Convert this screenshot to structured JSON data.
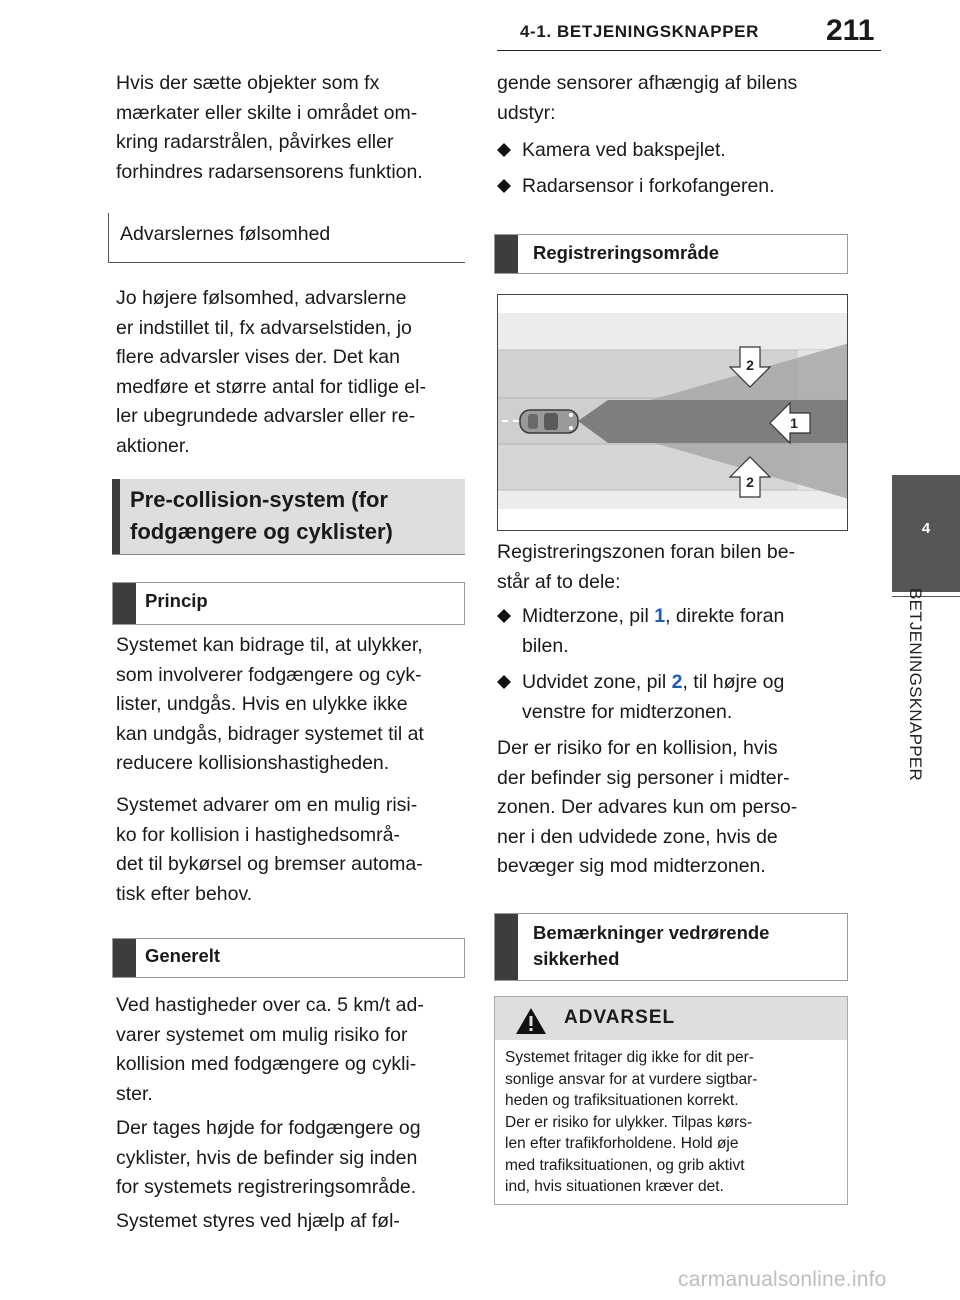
{
  "header": {
    "section": "4-1. BETJENINGSKNAPPER",
    "page_number": "211"
  },
  "chapter_tab": {
    "number": "4",
    "label": "BETJENINGSKNAPPER"
  },
  "left": {
    "p1": [
      "Hvis der sætte objekter som fx",
      "mærkater eller skilte i området om-",
      "kring radarstrålen, påvirkes eller",
      "forhindres radarsensorens funktion."
    ],
    "sub_heading": "Advarslernes følsomhed",
    "p2": [
      "Jo højere følsomhed, advarslerne",
      "er indstillet til, fx advarselstiden, jo",
      "flere advarsler vises der. Det kan",
      "medføre et større antal for tidlige el-",
      "ler ubegrundede advarsler eller re-",
      "aktioner."
    ],
    "main_heading": [
      "Pre-collision-system (for",
      "fodgængere og cyklister)"
    ],
    "heading_princip": "Princip",
    "p3": [
      "Systemet kan bidrage til, at ulykker,",
      "som involverer fodgængere og cyk-",
      "lister, undgås. Hvis en ulykke ikke",
      "kan undgås, bidrager systemet til at",
      "reducere kollisionshastigheden."
    ],
    "p4": [
      "Systemet advarer om en mulig risi-",
      "ko for kollision i hastighedsområ-",
      "det til bykørsel og bremser automa-",
      "tisk efter behov."
    ],
    "heading_generelt": "Generelt",
    "p5": [
      "Ved hastigheder over ca. 5 km/t ad-",
      "varer systemet om mulig risiko for",
      "kollision med fodgængere og cykli-",
      "ster."
    ],
    "p6": [
      "Der tages højde for fodgængere og",
      "cyklister, hvis de befinder sig inden",
      "for systemets registreringsområde."
    ],
    "p7": "Systemet styres ved hjælp af føl-"
  },
  "right": {
    "p1": [
      "gende sensorer afhængig af bilens",
      "udstyr:"
    ],
    "bullets_sensors": [
      "Kamera ved bakspejlet.",
      "Radarsensor i forkofangeren."
    ],
    "heading_registrering": "Registreringsområde",
    "figure": {
      "label_center": "1",
      "label_side": "2"
    },
    "p2": [
      "Registreringszonen foran bilen be-",
      "står af to dele:"
    ],
    "bullet_mid": {
      "before": "Midterzone, pil ",
      "num": "1",
      "after": ", direkte foran",
      "line2": "bilen."
    },
    "bullet_wide": {
      "before": "Udvidet zone, pil ",
      "num": "2",
      "after": ", til højre og",
      "line2": "venstre for midterzonen."
    },
    "p3": [
      "Der er risiko for en kollision, hvis",
      "der befinder sig personer i midter-",
      "zonen. Der advares kun om perso-",
      "ner i den udvidede zone, hvis de",
      "bevæger sig mod midterzonen."
    ],
    "heading_sikkerhed": [
      "Bemærkninger vedrørende",
      "sikkerhed"
    ],
    "warning": {
      "title": "ADVARSEL",
      "lines": [
        "Systemet fritager dig ikke for dit per-",
        "sonlige ansvar for at vurdere sigtbar-",
        "heden og trafiksituationen korrekt.",
        "Der er risiko for ulykker. Tilpas kørs-",
        "len efter trafikforholdene. Hold øje",
        "med trafiksituationen, og grib aktivt",
        "ind, hvis situationen kræver det."
      ]
    }
  },
  "watermark": "carmanualsonline.info",
  "colors": {
    "heading_bar": "#3d3d3d",
    "heading_gray": "#dedede",
    "tab": "#565656",
    "number_blue": "#1e5bb8"
  }
}
